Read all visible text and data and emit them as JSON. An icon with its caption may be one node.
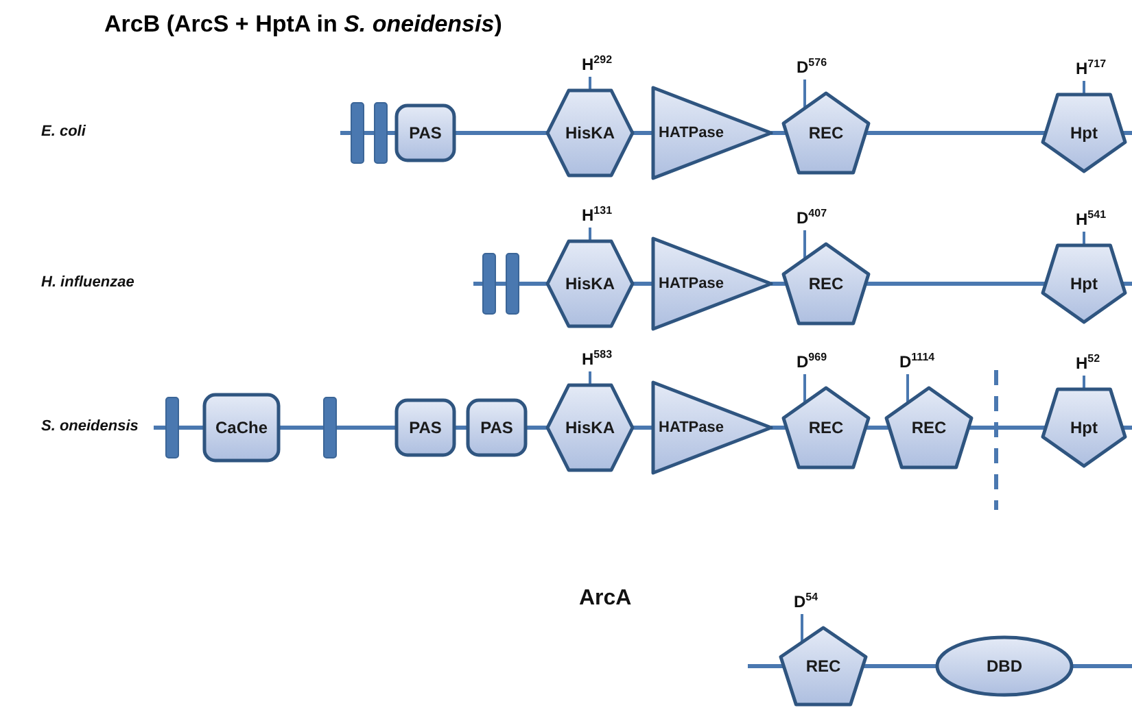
{
  "diagram": {
    "title": "ArcB (ArcS + HptA in *S. oneidensis*)",
    "nodes": [
      {
        "text": [],
        "shape": "bar"
      },
      {
        "text": [],
        "shape": "bar"
      },
      {
        "text": [
          "PAS"
        ]
      },
      {
        "text": [
          "HisKA"
        ],
        "beside": [
          "H$^{292}$"
        ]
      },
      {
        "text": [
          "HATPase"
        ]
      },
      {
        "text": [
          "REC"
        ],
        "beside": [
          "D$^{576}$"
        ]
      },
      {
        "text": [
          "Hpt"
        ],
        "beside": [
          "H$^{717}$"
        ]
      },
      {
        "text": [],
        "shape": "bar"
      },
      {
        "text": [],
        "shape": "bar"
      },
      {
        "text": [
          "HisKA"
        ],
        "beside": [
          "H$^{131}$"
        ]
      },
      {
        "text": [
          "HATPase"
        ]
      },
      {
        "text": [
          "REC"
        ],
        "beside": [
          "D$^{407}$"
        ]
      },
      {
        "text": [
          "Hpt"
        ],
        "beside": [
          "H$^{541}$"
        ]
      },
      {
        "text": [],
        "shape": "bar"
      },
      {
        "text": [
          "CaChe"
        ]
      },
      {
        "text": [],
        "shape": "bar"
      },
      {
        "text": [
          "PAS"
        ]
      },
      {
        "text": [
          "PAS"
        ]
      },
      {
        "text": [
          "HisKA"
        ],
        "beside": [
          "H$^{583}$"
        ]
      },
      {
        "text": [
          "HATPase"
        ]
      },
      {
        "text": [
          "REC"
        ],
        "beside": [
          "D$^{969}$"
        ]
      },
      {
        "text": [
          "REC"
        ],
        "beside": [
          "D$^{1114}$"
        ]
      },
      {
        "text": [
          "Hpt"
        ],
        "beside": [
          "H$^{52}$"
        ]
      },
      {
        "text": [
          "REC"
        ],
        "beside": [
          "D$^{54}$"
        ]
      },
      {
        "text": [
          "DBD"
        ]
      }
    ],
    "edges": [
      {
        "from": null,
        "to": 0,
        "arrow": "none"
      },
      {
        "from": 0,
        "to": 1,
        "arrow": "none"
      },
      {
        "from": 1,
        "to": 2,
        "arrow": "none"
      },
      {
        "from": 2,
        "to": 3,
        "arrow": "none"
      },
      {
        "from": 3,
        "to": 4,
        "arrow": "none"
      },
      {
        "from": 4,
        "to": 5,
        "arrow": "none"
      },
      {
        "from": 5,
        "to": 6,
        "arrow": "none"
      },
      {
        "from": 6,
        "to": null,
        "arrow": "none"
      },
      {
        "from": null,
        "to": 7,
        "arrow": "none"
      },
      {
        "from": 7,
        "to": 8,
        "arrow": "none"
      },
      {
        "from": 8,
        "to": 9,
        "arrow": "none"
      },
      {
        "from": 9,
        "to": 10,
        "arrow": "none"
      },
      {
        "from": 10,
        "to": 11,
        "arrow": "none"
      },
      {
        "from": 11,
        "to": 12,
        "arrow": "none"
      },
      {
        "from": 12,
        "to": null,
        "arrow": "none"
      },
      {
        "from": null,
        "to": 13,
        "arrow": "none"
      },
      {
        "from": 13,
        "to": 14,
        "arrow": "none"
      },
      {
        "from": 14,
        "to": 15,
        "arrow": "none"
      },
      {
        "from": 15,
        "to": 16,
        "arrow": "none"
      },
      {
        "from": 16,
        "to": 17,
        "arrow": "none"
      },
      {
        "from": 17,
        "to": 18,
        "arrow": "none"
      },
      {
        "from": 18,
        "to": 19,
        "arrow": "none"
      },
      {
        "from": 19,
        "to": 20,
        "arrow": "none"
      },
      {
        "from": 20,
        "to": 21,
        "arrow": "none"
      },
      {
        "from": 21,
        "to": 22,
        "arrow": "none"
      },
      {
        "from": 22,
        "to": null,
        "arrow": "none"
      },
      {
        "from": null,
        "to": 23,
        "arrow": "none"
      },
      {
        "from": 23,
        "to": 24,
        "arrow": "none"
      },
      {
        "from": 24,
        "to": null,
        "arrow": "none"
      }
    ],
    "labels": [
      "E. coli",
      "H. influenzae",
      "S. oneidensis",
      "ArcA"
    ]
  }
}
